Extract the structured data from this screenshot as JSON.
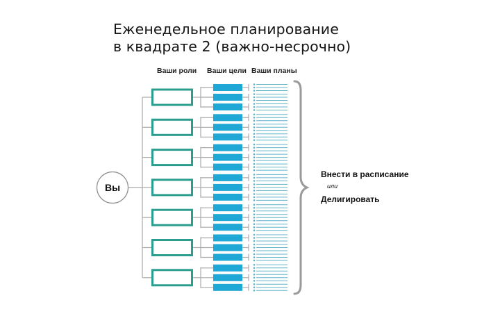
{
  "title": {
    "line1": "Еженедельное планирование",
    "line2": "в квадрате 2 (важно-несрочно)"
  },
  "columns": {
    "roles": "Ваши роли",
    "goals": "Ваши цели",
    "plans": "Ваши планы"
  },
  "center": {
    "you": "Вы"
  },
  "outcome": {
    "schedule": "Внести в расписание",
    "or": "или",
    "delegate": "Делигировать"
  },
  "colors": {
    "role_border": "#2a9d8f",
    "goal_fill": "#1fa8d6",
    "plan_line": "#5fb3c9",
    "connector": "#a9a9a9"
  }
}
